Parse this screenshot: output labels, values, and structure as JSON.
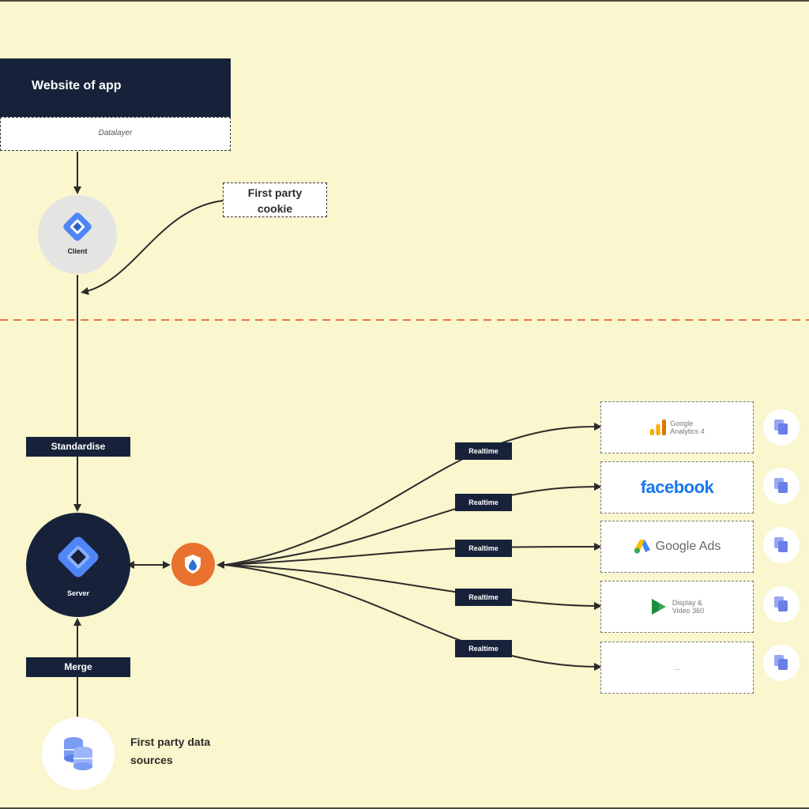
{
  "website": {
    "title": "Website of app",
    "subtitle": "Datalayer"
  },
  "cookie": {
    "line1": "First party",
    "line2": "cookie"
  },
  "client": {
    "label": "Client"
  },
  "server": {
    "label": "Server"
  },
  "tags": {
    "standardise": "Standardise",
    "merge": "Merge"
  },
  "first_party_sources": {
    "line1": "First party data",
    "line2": "sources"
  },
  "realtime_labels": [
    "Realtime",
    "Realtime",
    "Realtime",
    "Realtime",
    "Realtime"
  ],
  "destinations": [
    {
      "name": "ga4",
      "line1": "Google",
      "line2": "Analytics 4",
      "icon": "google-analytics-icon"
    },
    {
      "name": "facebook",
      "text": "facebook",
      "icon": "facebook-logo"
    },
    {
      "name": "google-ads",
      "text": "Google Ads",
      "icon": "google-ads-icon"
    },
    {
      "name": "dv360",
      "line1": "Display &",
      "line2": "Video 360",
      "icon": "display-video-360-icon"
    },
    {
      "name": "more",
      "text": "..."
    }
  ],
  "colors": {
    "background": "#faf6cd",
    "navy": "#17223a",
    "orange": "#e8722e",
    "gtm_blue": "#4f86f7",
    "divider": "#e8734a"
  }
}
